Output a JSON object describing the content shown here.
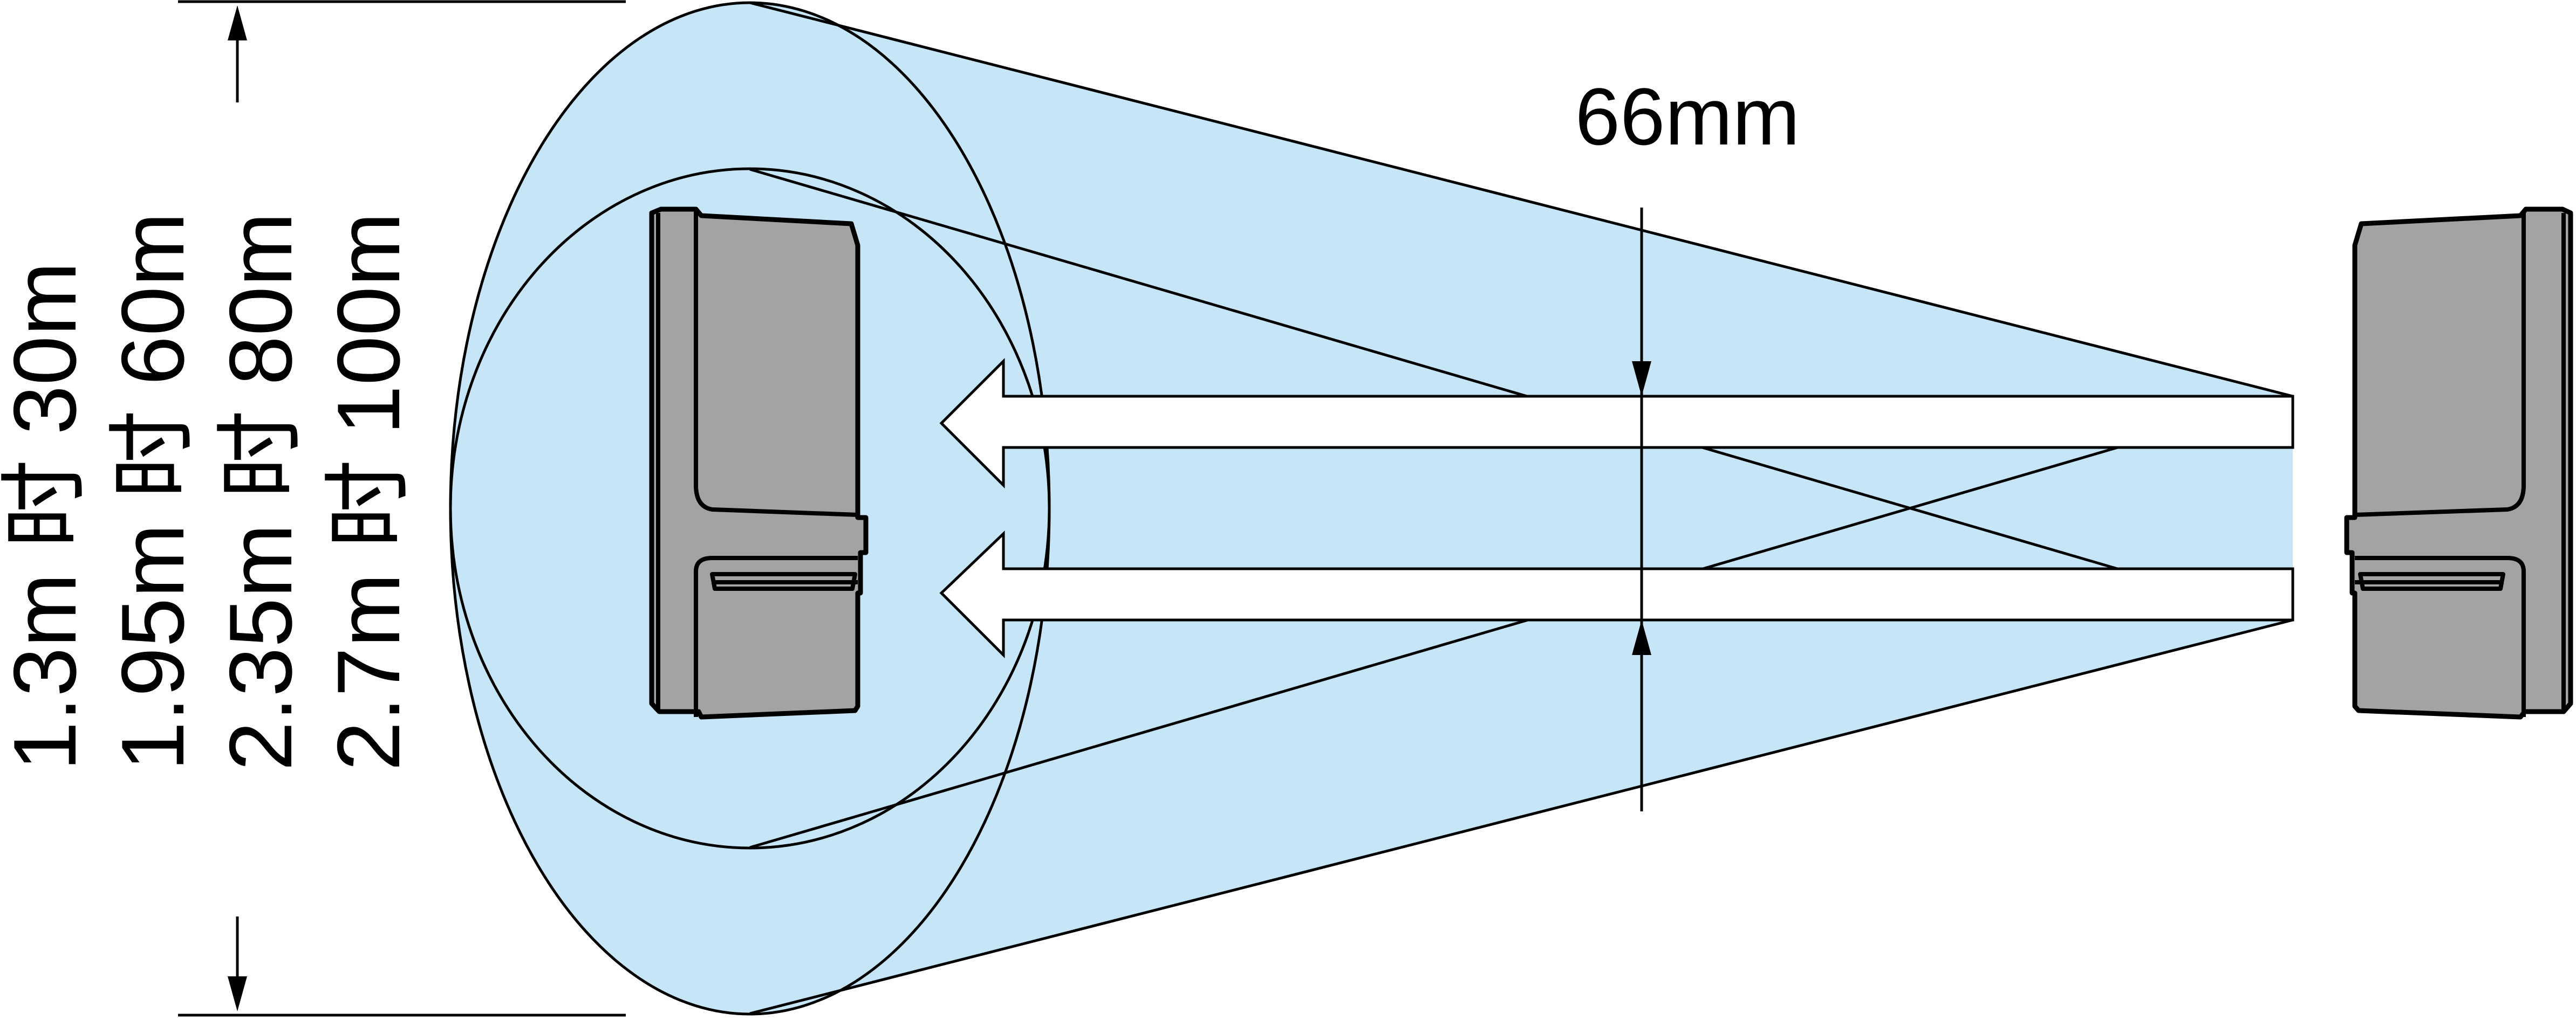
{
  "dimension_label": "66mm",
  "range_labels": [
    "1.3m 时 30m",
    "1.95m 时 60m",
    "2.35m 时 80m",
    "2.7m 时 100m"
  ],
  "colors": {
    "beam_fill": "#c6e6f8",
    "detector_body": "#a3a3a3",
    "arrow_fill": "#ffffff",
    "outline": "#000000"
  }
}
